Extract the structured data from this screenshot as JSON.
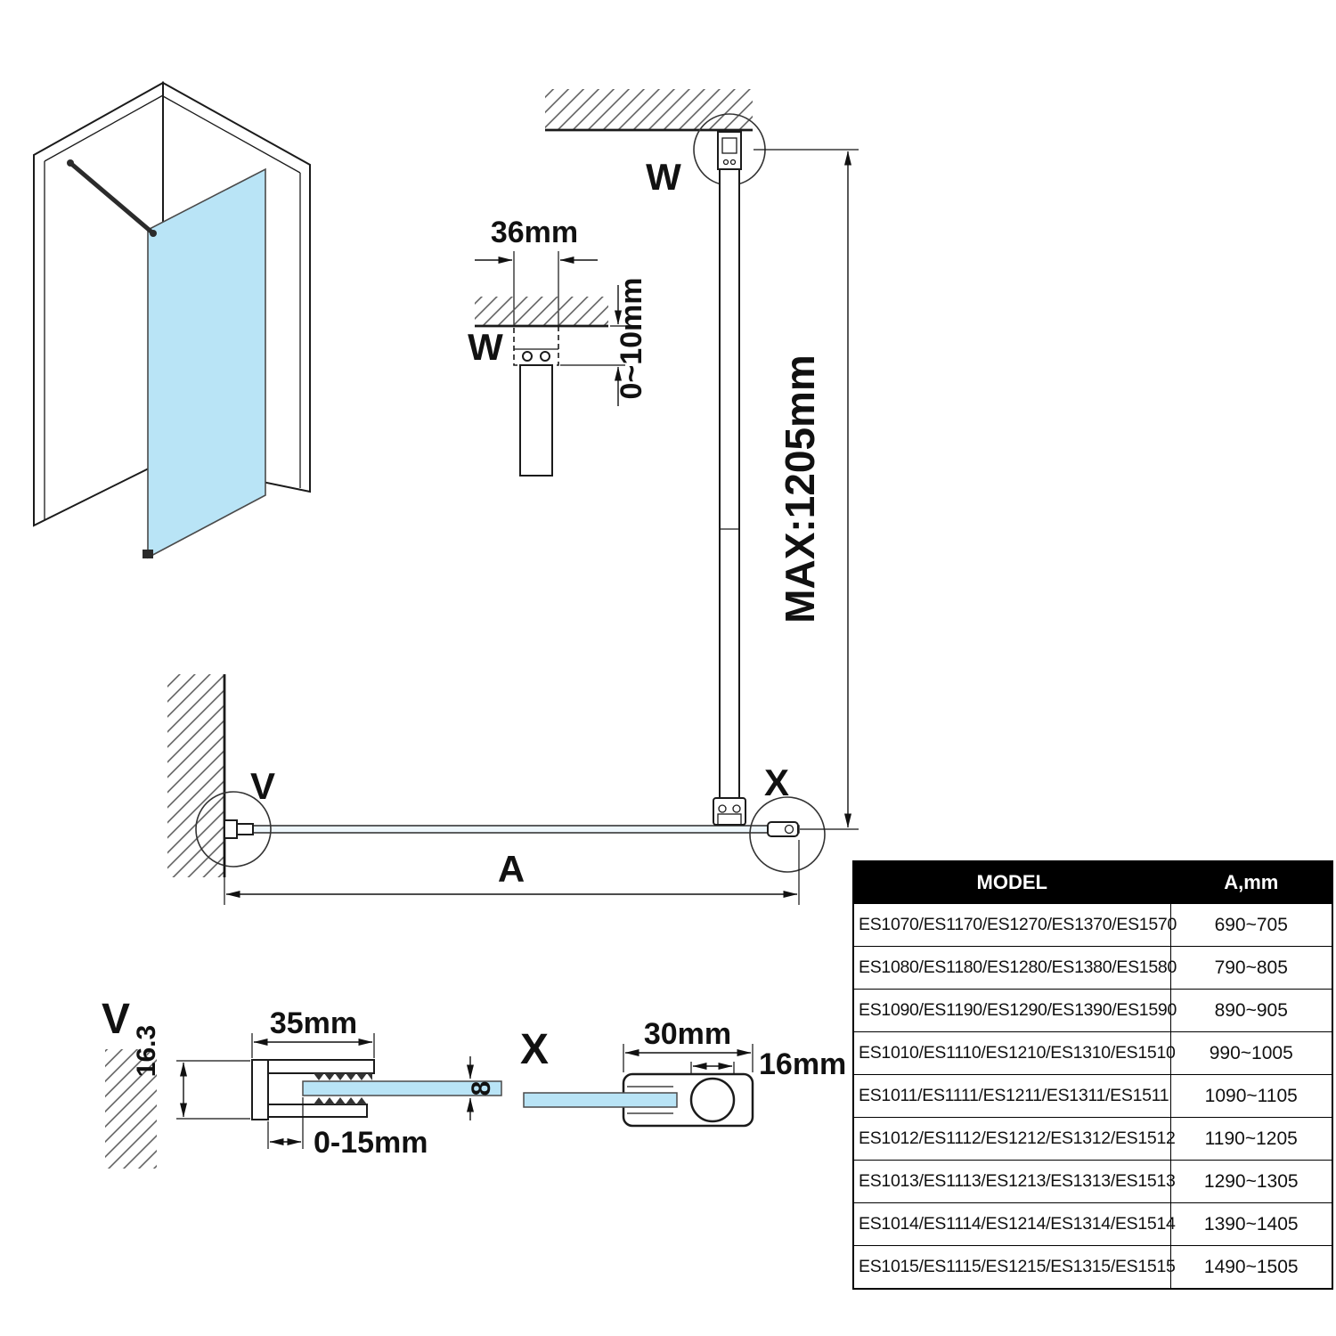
{
  "colors": {
    "glass_blue": "#b9e4f6",
    "glass_blue_light": "#eef7fc",
    "line_dark": "#1b1b1b",
    "table_header_bg": "#000000",
    "table_header_text": "#ffffff"
  },
  "detail_w": {
    "label": "W",
    "bracket_width": "36mm",
    "ceiling_gap": "0~10mm"
  },
  "plan_view": {
    "wall_detail_label": "W",
    "wall_profile_label": "V",
    "bar_end_label": "X",
    "support_bar_max_length": "MAX:1205mm",
    "glass_width_label": "A"
  },
  "detail_v": {
    "label": "V",
    "profile_width": "35mm",
    "profile_depth": "16.3",
    "glass_adjustment": "0-15mm",
    "glass_thickness": "8"
  },
  "detail_x": {
    "label": "X",
    "clamp_width": "30mm",
    "bar_diameter": "16mm"
  },
  "table": {
    "headers": [
      "MODEL",
      "A,mm"
    ],
    "rows": [
      {
        "model": "ES1070/ES1170/ES1270/ES1370/ES1570",
        "a_mm": "690~705"
      },
      {
        "model": "ES1080/ES1180/ES1280/ES1380/ES1580",
        "a_mm": "790~805"
      },
      {
        "model": "ES1090/ES1190/ES1290/ES1390/ES1590",
        "a_mm": "890~905"
      },
      {
        "model": "ES1010/ES1110/ES1210/ES1310/ES1510",
        "a_mm": "990~1005"
      },
      {
        "model": "ES1011/ES1111/ES1211/ES1311/ES1511",
        "a_mm": "1090~1105"
      },
      {
        "model": "ES1012/ES1112/ES1212/ES1312/ES1512",
        "a_mm": "1190~1205"
      },
      {
        "model": "ES1013/ES1113/ES1213/ES1313/ES1513",
        "a_mm": "1290~1305"
      },
      {
        "model": "ES1014/ES1114/ES1214/ES1314/ES1514",
        "a_mm": "1390~1405"
      },
      {
        "model": "ES1015/ES1115/ES1215/ES1315/ES1515",
        "a_mm": "1490~1505"
      }
    ]
  }
}
